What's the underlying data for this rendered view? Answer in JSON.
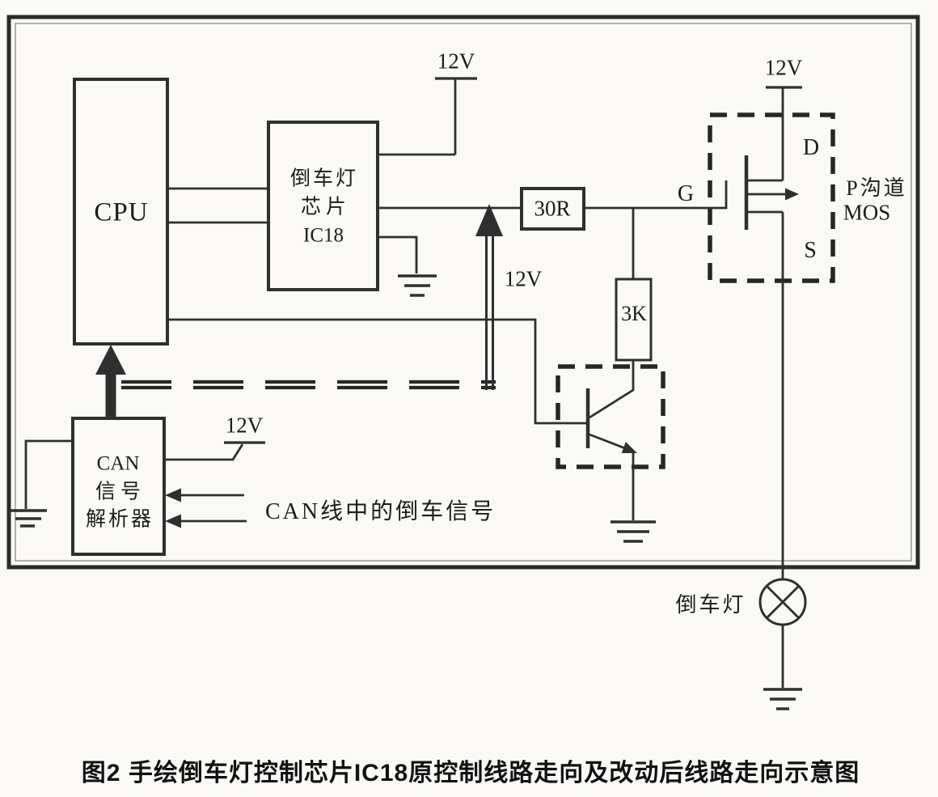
{
  "figure": {
    "caption": "图2 手绘倒车灯控制芯片IC18原控制线路走向及改动后线路走向示意图"
  },
  "components": {
    "cpu": {
      "label": "CPU"
    },
    "ic18": {
      "line1": "倒车灯",
      "line2": "芯片",
      "line3": "IC18"
    },
    "r30": {
      "label": "30R"
    },
    "r3k": {
      "label": "3K"
    },
    "can_parser": {
      "line1": "CAN",
      "line2": "信号",
      "line3": "解析器"
    },
    "mos": {
      "gate": "G",
      "drain": "D",
      "source": "S",
      "type_line1": "P沟道",
      "type_line2": "MOS"
    },
    "lamp": {
      "label": "倒车灯"
    }
  },
  "labels": {
    "v12_ic18": "12V",
    "v12_mos": "12V",
    "v12_arrow": "12V",
    "v12_can": "12V",
    "can_signal": "CAN线中的倒车信号"
  },
  "colors": {
    "line": "#2f2f2f",
    "text": "#1c1c1c",
    "background": "#faf9f6"
  }
}
